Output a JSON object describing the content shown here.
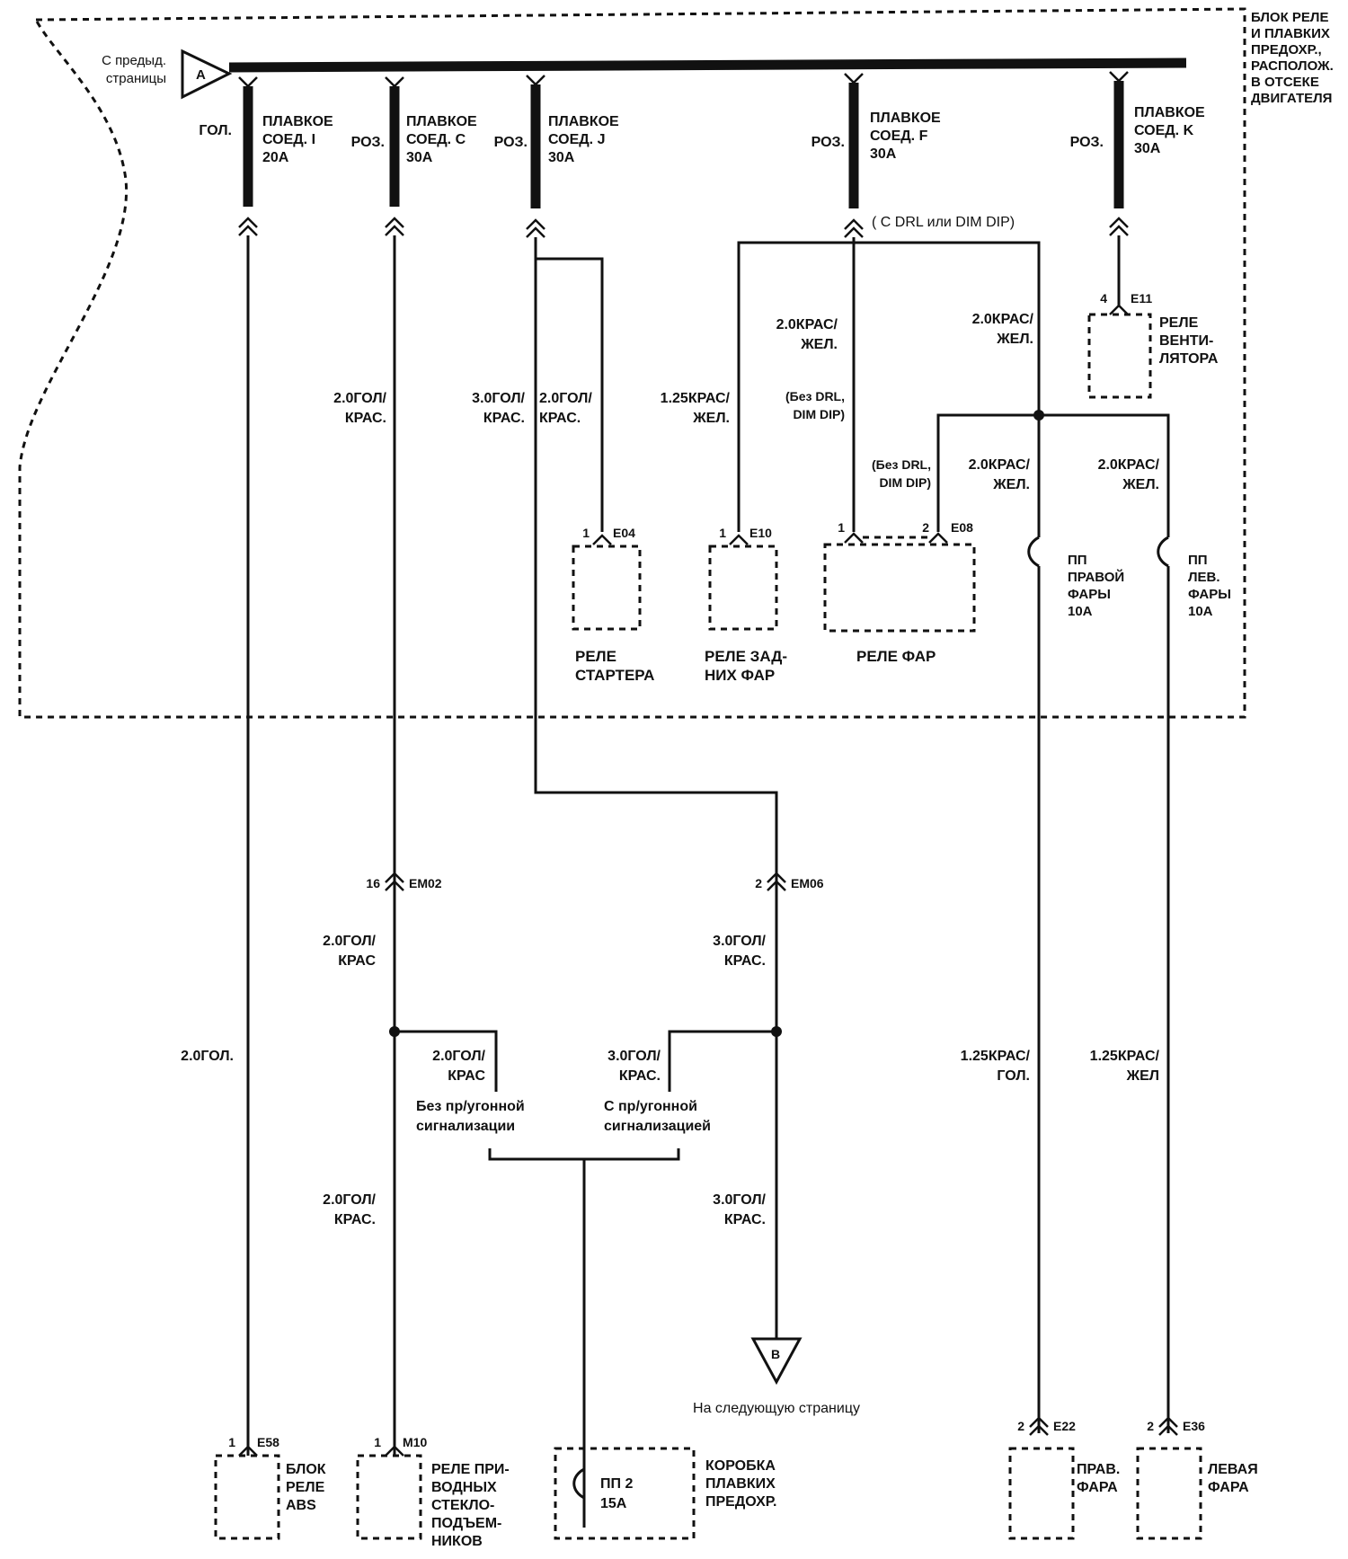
{
  "colors": {
    "ink": "#111111",
    "background": "#ffffff"
  },
  "source": {
    "line1": "С предыд.",
    "line2": "страницы",
    "connector": "A"
  },
  "block": {
    "lines": [
      "БЛОК РЕЛЕ",
      "И ПЛАВКИХ",
      "ПРЕДОХР.,",
      "РАСПОЛОЖ.",
      "В ОТСЕКЕ",
      "ДВИГАТЕЛЯ"
    ]
  },
  "fusible_links": [
    {
      "color": "ГОЛ.",
      "l1": "ПЛАВКОЕ",
      "l2": "СОЕД. I",
      "l3": "20А"
    },
    {
      "color": "РОЗ.",
      "l1": "ПЛАВКОЕ",
      "l2": "СОЕД. C",
      "l3": "30А"
    },
    {
      "color": "РОЗ.",
      "l1": "ПЛАВКОЕ",
      "l2": "СОЕД. J",
      "l3": "30А"
    },
    {
      "color": "РОЗ.",
      "l1": "ПЛАВКОЕ",
      "l2": "СОЕД. F",
      "l3": "30А"
    },
    {
      "color": "РОЗ.",
      "l1": "ПЛАВКОЕ",
      "l2": "СОЕД. K",
      "l3": "30А"
    }
  ],
  "notes": {
    "with_drl": "( С DRL или DIM DIP)",
    "without_drl_1": [
      "(Без DRL,",
      "DIM DIP)"
    ],
    "without_drl_2": [
      "(Без DRL,",
      "DIM DIP)"
    ],
    "no_alarm": [
      "Без пр/угонной",
      "сигнализации"
    ],
    "with_alarm": [
      "С пр/угонной",
      "сигнализацией"
    ],
    "next_page": "На следующую страницу",
    "next_connector": "B"
  },
  "wires": {
    "w1_top": [
      "2.0ГОЛ/",
      "КРАС."
    ],
    "w2_top": [
      "3.0ГОЛ/",
      "КРАС."
    ],
    "w3_top": [
      "2.0ГОЛ/",
      "КРАС."
    ],
    "w4": [
      "1.25КРАС/",
      "ЖЕЛ."
    ],
    "w5": [
      "2.0КРАС/",
      "ЖЕЛ."
    ],
    "w6": [
      "2.0КРАС/",
      "ЖЕЛ."
    ],
    "w7": [
      "2.0КРАС/",
      "ЖЕЛ."
    ],
    "w8": [
      "2.0КРАС/",
      "ЖЕЛ."
    ],
    "abs_wire": "2.0ГОЛ.",
    "w1_mid": [
      "2.0ГОЛ/",
      "КРАС"
    ],
    "w1_branch": [
      "2.0ГОЛ/",
      "КРАС"
    ],
    "w1_low": [
      "2.0ГОЛ/",
      "КРАС."
    ],
    "w2_mid": [
      "3.0ГОЛ/",
      "КРАС."
    ],
    "w2_branch": [
      "3.0ГОЛ/",
      "КРАС."
    ],
    "w2_low": [
      "3.0ГОЛ/",
      "КРАС."
    ],
    "hl_right": [
      "1.25КРАС/",
      "ГОЛ."
    ],
    "hl_left": [
      "1.25КРАС/",
      "ЖЕЛ"
    ]
  },
  "relays": {
    "starter": {
      "pin": "1",
      "conn": "E04",
      "l1": "РЕЛЕ",
      "l2": "СТАРТЕРА"
    },
    "tail": {
      "pin": "1",
      "conn": "E10",
      "l1": "РЕЛЕ ЗАД-",
      "l2": "НИХ ФАР"
    },
    "head": {
      "pin1": "1",
      "pin2": "2",
      "conn": "E08",
      "label": "РЕЛЕ ФАР"
    },
    "fan": {
      "pin": "4",
      "conn": "E11",
      "l1": "РЕЛЕ",
      "l2": "ВЕНТИ-",
      "l3": "ЛЯТОРА"
    }
  },
  "fuses": {
    "right": [
      "ПП",
      "ПРАВОЙ",
      "ФАРЫ",
      "10А"
    ],
    "left": [
      "ПП",
      "ЛЕВ.",
      "ФАРЫ",
      "10А"
    ],
    "box": {
      "fuse": [
        "ПП 2",
        "15А"
      ],
      "label": [
        "КОРОБКА",
        "ПЛАВКИХ",
        "ПРЕДОХР."
      ]
    }
  },
  "connectors": {
    "em02": {
      "pin": "16",
      "name": "EM02"
    },
    "em06": {
      "pin": "2",
      "name": "EM06"
    },
    "e22": {
      "pin": "2",
      "name": "E22"
    },
    "e36": {
      "pin": "2",
      "name": "E36"
    }
  },
  "bottom": {
    "abs": {
      "pin": "1",
      "conn": "E58",
      "label": [
        "БЛОК",
        "РЕЛЕ",
        "ABS"
      ]
    },
    "window": {
      "pin": "1",
      "conn": "M10",
      "label": [
        "РЕЛЕ ПРИ-",
        "ВОДНЫХ",
        "СТЕКЛО-",
        "ПОДЪЕМ-",
        "НИКОВ"
      ]
    },
    "right_lamp": [
      "ПРАВ.",
      "ФАРА"
    ],
    "left_lamp": [
      "ЛЕВАЯ",
      "ФАРА"
    ]
  }
}
